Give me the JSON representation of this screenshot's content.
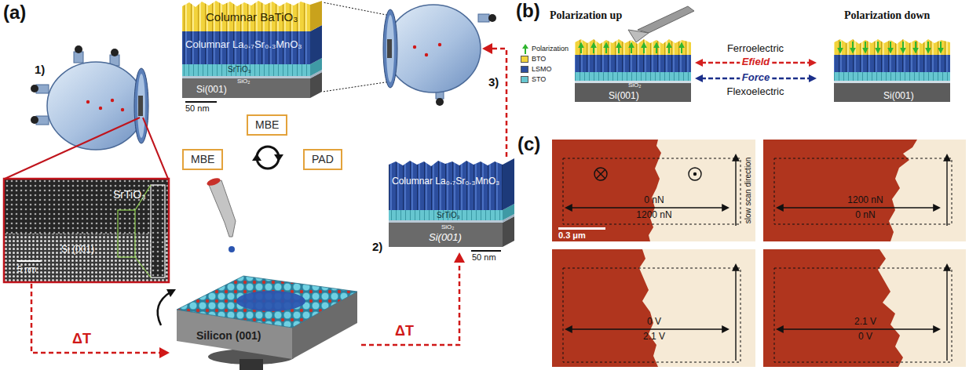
{
  "diagram": {
    "nodes": [
      {
        "text": [
          "MBE"
        ]
      },
      {
        "text": [
          "MBE"
        ]
      },
      {
        "text": [
          "PAD"
        ]
      },
      {
        "text": [
          "Polarization up",
          "SiO₂",
          "Si(001)"
        ]
      },
      {
        "text": [
          "Polarization down",
          "Si(001)"
        ]
      }
    ],
    "edges": [
      {
        "from": 3,
        "to": 4,
        "arrow": "both",
        "label": "Efield"
      },
      {
        "from": 3,
        "to": 4,
        "arrow": "both",
        "label": "Force"
      }
    ],
    "labels": [
      "(a)",
      "(b)",
      "(c)",
      "Columnar BaTiO₃",
      "Columnar La₀.₇Sr₀.₃MnO₃",
      "SrTiO₃",
      "SiO₂",
      "Si(001)",
      "50 nm",
      "1)",
      "3)",
      "SrTiO₃",
      "5 nm",
      "Si (001)",
      "ΔT",
      "ΔT",
      "Silicon (001)",
      "Columnar La₀.₇Sr₀.₃MnO₃",
      "SrTiO₃",
      "SiO₂",
      "Si(001)",
      "50 nm",
      "2)",
      "Ferroelectric",
      "Flexoelectric",
      "0 nN",
      "1200 nN",
      "1200 nN",
      "0 nN",
      "slow scan direction",
      "0.3 μm",
      "0 V",
      "2.1 V",
      "2.1 V",
      "0 V"
    ],
    "legend": [
      {
        "text": "Polarization"
      },
      {
        "text": "BTO",
        "color": "#f2d33b"
      },
      {
        "text": "LSMO",
        "color": "#2c4e9e"
      },
      {
        "text": "STO",
        "color": "#66c6d0"
      }
    ]
  }
}
